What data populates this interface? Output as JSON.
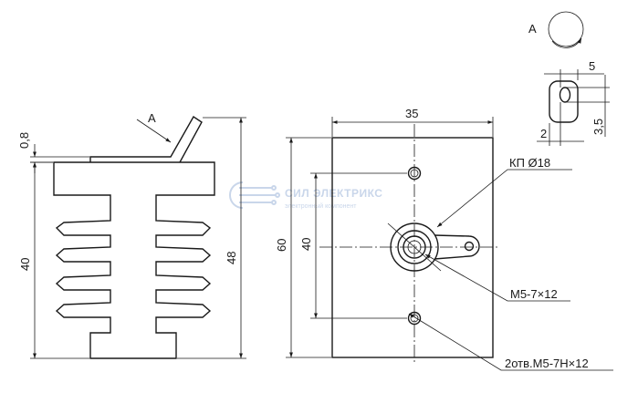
{
  "view_label": "A",
  "arrow_label": "A",
  "dimensions": {
    "thickness": "0,8",
    "fin_height": "40",
    "total_height": "48",
    "plate_width": "35",
    "plate_height": "60",
    "hole_spacing": "40",
    "lug_width": "5",
    "lug_slot": "3,5",
    "lug_offset": "2"
  },
  "callouts": {
    "center_hole": "КП Ø18",
    "thread": "M5-7×12",
    "mount_holes": "2отв.M5-7H×12"
  },
  "watermark": {
    "brand": "СИЛ ЭЛЕКТРИКС",
    "tagline": "электронный компонент"
  }
}
